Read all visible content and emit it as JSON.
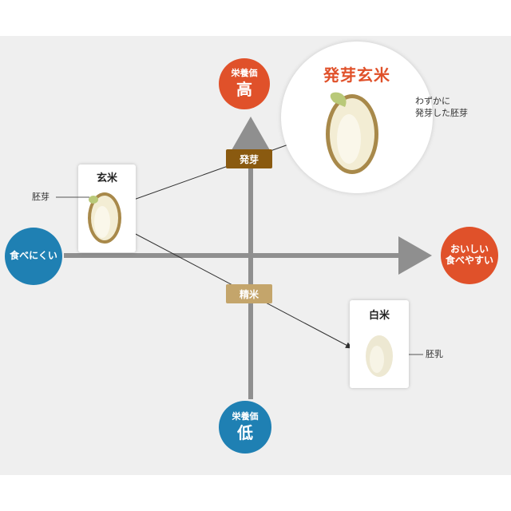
{
  "top_circle": {
    "small": "栄養価",
    "big": "高"
  },
  "bottom_circle": {
    "small": "栄養価",
    "big": "低"
  },
  "left_circle": {
    "text": "食べにくい"
  },
  "right_circle": {
    "line1": "おいしい",
    "line2": "食べやすい"
  },
  "tags": {
    "germination": "発芽",
    "polishing": "精米"
  },
  "brown_rice": {
    "title": "玄米",
    "label": "胚芽"
  },
  "white_rice": {
    "title": "白米",
    "label": "胚乳"
  },
  "germinated": {
    "title": "発芽玄米",
    "label_line1": "わずかに",
    "label_line2": "発芽した胚芽"
  },
  "colors": {
    "orange": "#e0512a",
    "blue": "#1f80b3",
    "axis": "#8f8f8f",
    "tag_dark": "#8a5a10",
    "tag_light": "#c4a56b",
    "grain_outline": "#a8894a"
  }
}
